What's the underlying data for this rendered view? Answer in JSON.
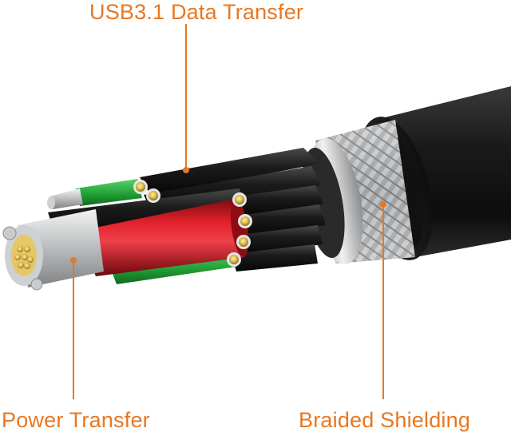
{
  "labels": {
    "usb_data": "USB3.1 Data Transfer",
    "power": "Power Transfer",
    "braided": "Braided Shielding"
  },
  "colors": {
    "accent": "#e87722",
    "jacket": "#1c1c1c",
    "red_wire": "#c0141c",
    "green_wire": "#22a63a",
    "silver": "#c9cbcd",
    "gold": "#d4b040"
  }
}
